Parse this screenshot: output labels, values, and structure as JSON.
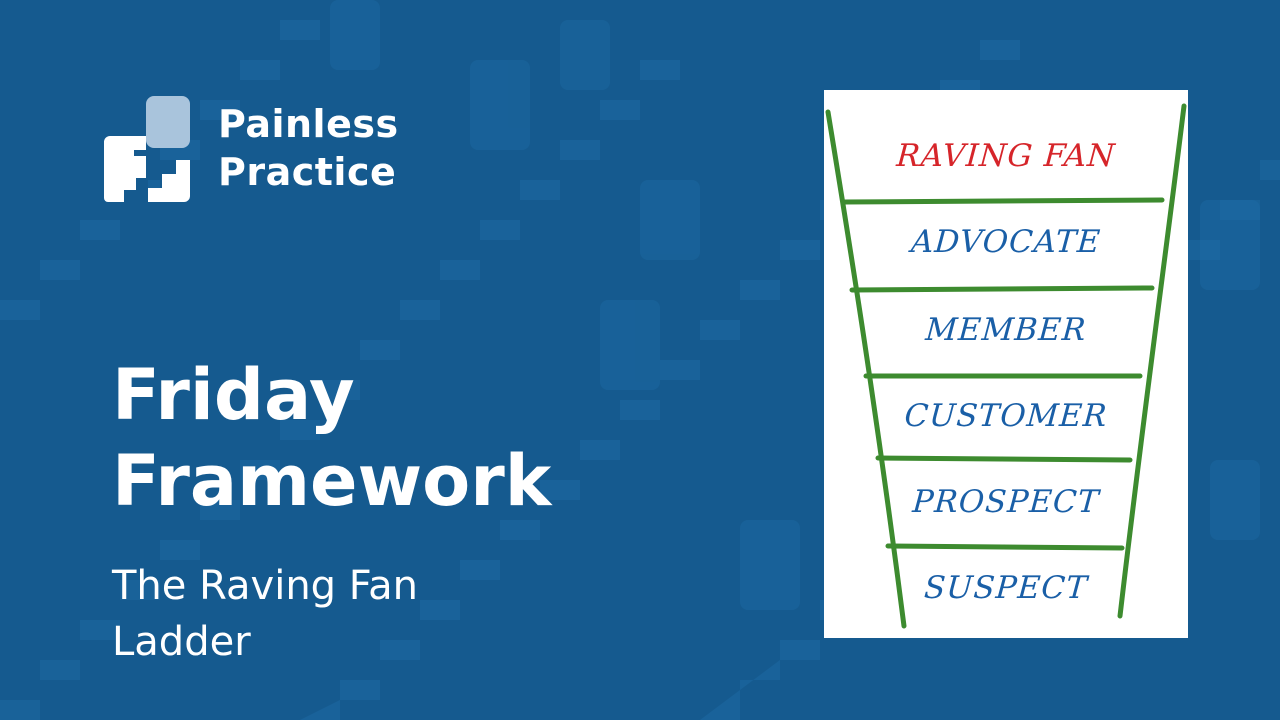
{
  "brand": {
    "name_line1": "Painless",
    "name_line2": "Practice",
    "logo_icon": "stairs-logo-icon"
  },
  "headline": {
    "line1": "Friday",
    "line2": "Framework"
  },
  "subheading": {
    "line1": "The Raving Fan",
    "line2": "Ladder"
  },
  "ladder": {
    "rungs": [
      "RAVING FAN",
      "ADVOCATE",
      "MEMBER",
      "CUSTOMER",
      "PROSPECT",
      "SUSPECT"
    ]
  },
  "colors": {
    "background": "#155a8f",
    "ladder_green": "#3d8b2f",
    "top_rung_text": "#d6252a",
    "rung_text": "#1a5fa7"
  }
}
